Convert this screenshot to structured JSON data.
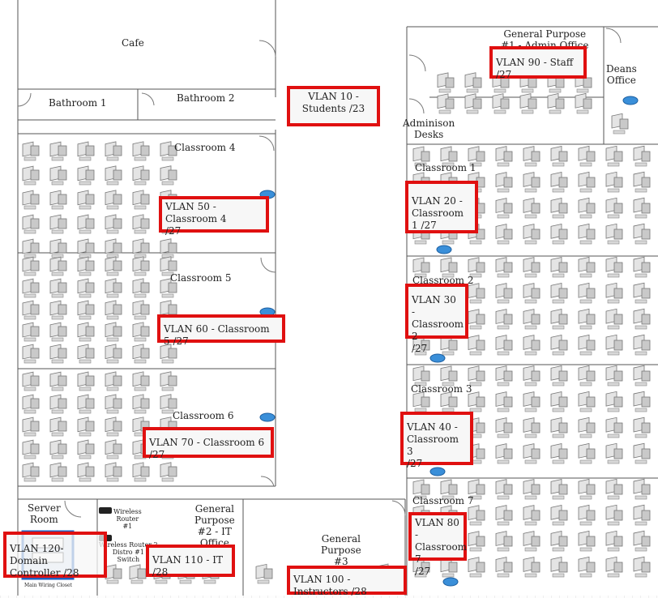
{
  "rooms": {
    "cafe": "Cafe",
    "bathroom1": "Bathroom 1",
    "bathroom2": "Bathroom 2",
    "classroom4": "Classroom 4",
    "classroom5": "Classroom 5",
    "classroom6": "Classroom 6",
    "classroom1": "Classroom 1",
    "classroom2": "Classroom 2",
    "classroom3": "Classroom 3",
    "classroom7": "Classroom 7",
    "gp1": "General Purpose\n#1 - Admin Office",
    "deans": "Deans\nOffice",
    "admission": "Adminison\nDesks",
    "server": "Server\nRoom",
    "gp2": "General\nPurpose\n#2 - IT\nOffice",
    "gp3": "General\nPurpose\n#3",
    "wireless1": "Wireless\nRouter\n#1",
    "wireless2": "Wireless Router 2\nDistro #1\nSwitch",
    "closet": "Main Wiring Closet"
  },
  "vlans": {
    "v10": "VLAN 10 -\nStudents /23",
    "v90": "VLAN 90 - Staff /27",
    "v50": "VLAN 50 - Classroom 4\n/27",
    "v20": "VLAN 20 -\nClassroom 1 /27",
    "v30": "VLAN 30 -\nClassroom 2\n/27",
    "v60": "VLAN 60 - Classroom 5 /27",
    "v40": "VLAN 40 -\nClassroom 3\n/27",
    "v70": "VLAN 70 - Classroom 6 /27",
    "v80": "VLAN 80 -\nClassroom 7\n/27",
    "v120": "VLAN 120- Domain\nController /28",
    "v110": "VLAN 110 - IT /28",
    "v100": "VLAN 100 - Instructors /28"
  },
  "colors": {
    "vlan_border": "#e01010",
    "wall": "#555555",
    "router": "#3a8fd9",
    "server_border": "#1f5fbf"
  }
}
